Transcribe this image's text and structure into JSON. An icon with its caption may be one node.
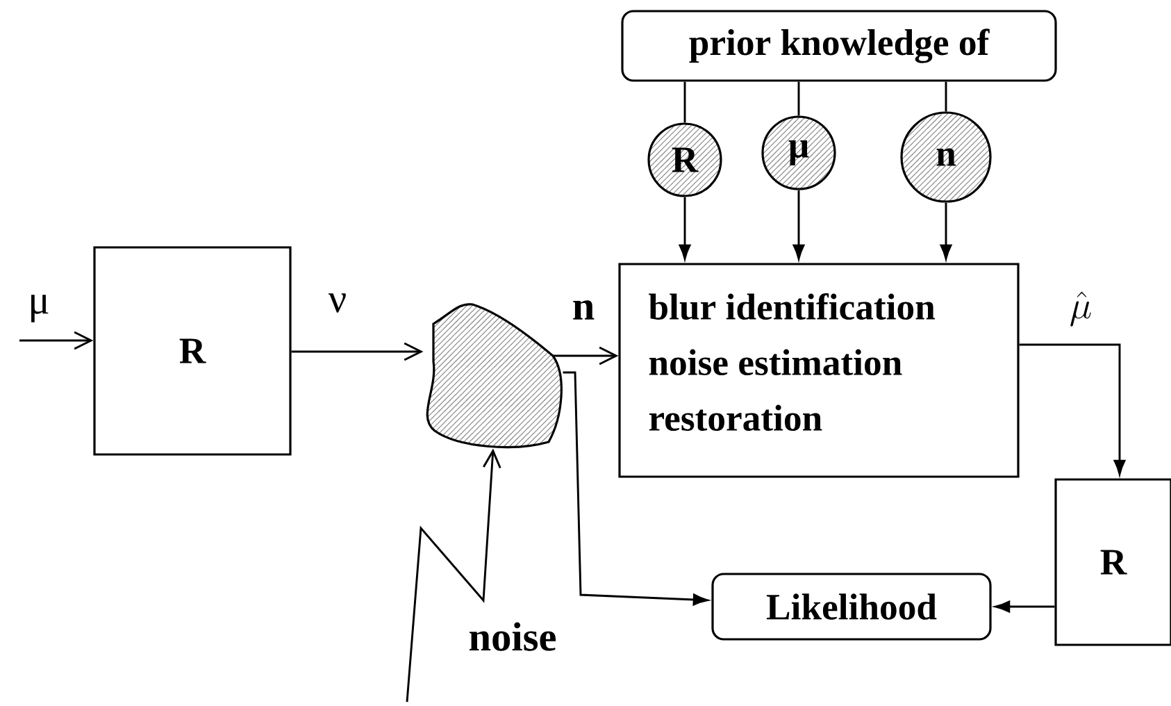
{
  "diagram": {
    "nodes": [
      {
        "text": [
          "R"
        ]
      },
      {
        "text": [],
        "shape": "cloud"
      },
      {
        "text": [
          "prior knowledge of"
        ]
      },
      {
        "text": [
          "R"
        ]
      },
      {
        "text": [
          "μ"
        ]
      },
      {
        "text": [
          "n"
        ]
      },
      {
        "text": [
          "blur identification",
          "noise estimation",
          "restoration"
        ]
      },
      {
        "text": [
          "R"
        ]
      },
      {
        "text": [
          "Likelihood"
        ]
      }
    ],
    "edges": [
      {
        "from": null,
        "to": 0,
        "arrow": "to",
        "label": "μ"
      },
      {
        "from": 0,
        "to": 1,
        "arrow": "to",
        "label": "ν"
      },
      {
        "from": 1,
        "to": 6,
        "arrow": "to",
        "label": "n"
      },
      {
        "from": null,
        "to": 1,
        "arrow": "to",
        "label": "noise"
      },
      {
        "from": 2,
        "to": 3,
        "arrow": "none"
      },
      {
        "from": 2,
        "to": 4,
        "arrow": "none"
      },
      {
        "from": 2,
        "to": 5,
        "arrow": "none"
      },
      {
        "from": 3,
        "to": 6,
        "arrow": "to"
      },
      {
        "from": 4,
        "to": 6,
        "arrow": "to"
      },
      {
        "from": 5,
        "to": 6,
        "arrow": "to"
      },
      {
        "from": 6,
        "to": 7,
        "arrow": "to",
        "label": "\\hat{\\mu}"
      },
      {
        "from": 1,
        "to": 8,
        "arrow": "to"
      },
      {
        "from": 7,
        "to": 8,
        "arrow": "to"
      }
    ]
  }
}
